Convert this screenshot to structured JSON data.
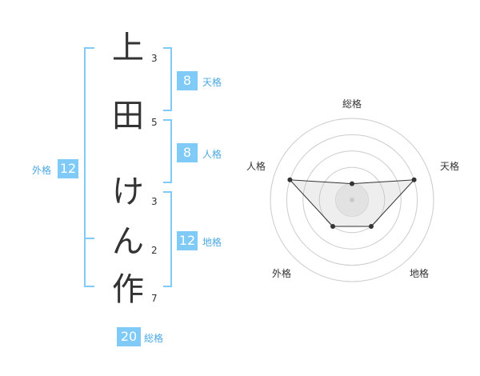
{
  "name_chars": [
    {
      "char": "上",
      "strokes": "3"
    },
    {
      "char": "田",
      "strokes": "5"
    },
    {
      "char": "け",
      "strokes": "3"
    },
    {
      "char": "ん",
      "strokes": "2"
    },
    {
      "char": "作",
      "strokes": "7"
    }
  ],
  "kakusu": {
    "tenkaku": {
      "label": "天格",
      "value": "8"
    },
    "jinkaku": {
      "label": "人格",
      "value": "8"
    },
    "chikaku": {
      "label": "地格",
      "value": "12"
    },
    "gaikaku": {
      "label": "外格",
      "value": "12"
    },
    "soukaku": {
      "label": "総格",
      "value": "20"
    }
  },
  "colors": {
    "accent": "#7fcaf6",
    "bracket": "#7fcaf6",
    "text": "#333333"
  },
  "chart_data": {
    "type": "radar",
    "axes": [
      "総格",
      "天格",
      "地格",
      "外格",
      "人格"
    ],
    "levels": 5,
    "values": [
      1,
      4,
      2,
      2,
      4
    ],
    "max": 5,
    "grid": true
  }
}
